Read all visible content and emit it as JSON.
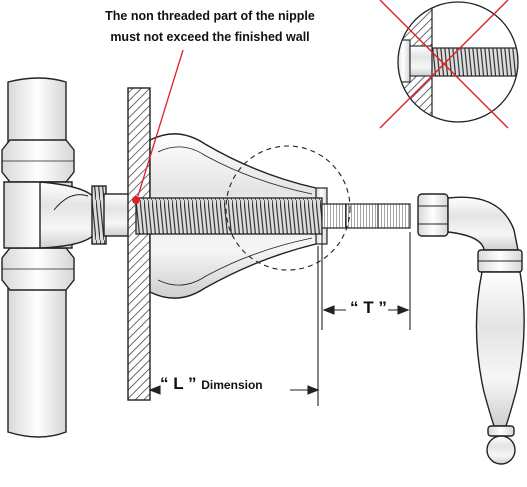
{
  "note": {
    "line1": "The non threaded part of the nipple",
    "line2": "must not exceed the finished wall"
  },
  "dimensions": {
    "l_label": "“ L ”",
    "l_suffix": "Dimension",
    "t_label": "“ T ”"
  },
  "colors": {
    "callout": "#e0202a",
    "line": "#222222",
    "wall_hatch": "#333333"
  },
  "icons": [
    "wall-hatch",
    "pipe-fitting",
    "threaded-nipple",
    "escutcheon-flange",
    "lever-handle",
    "prohibited-cross"
  ]
}
